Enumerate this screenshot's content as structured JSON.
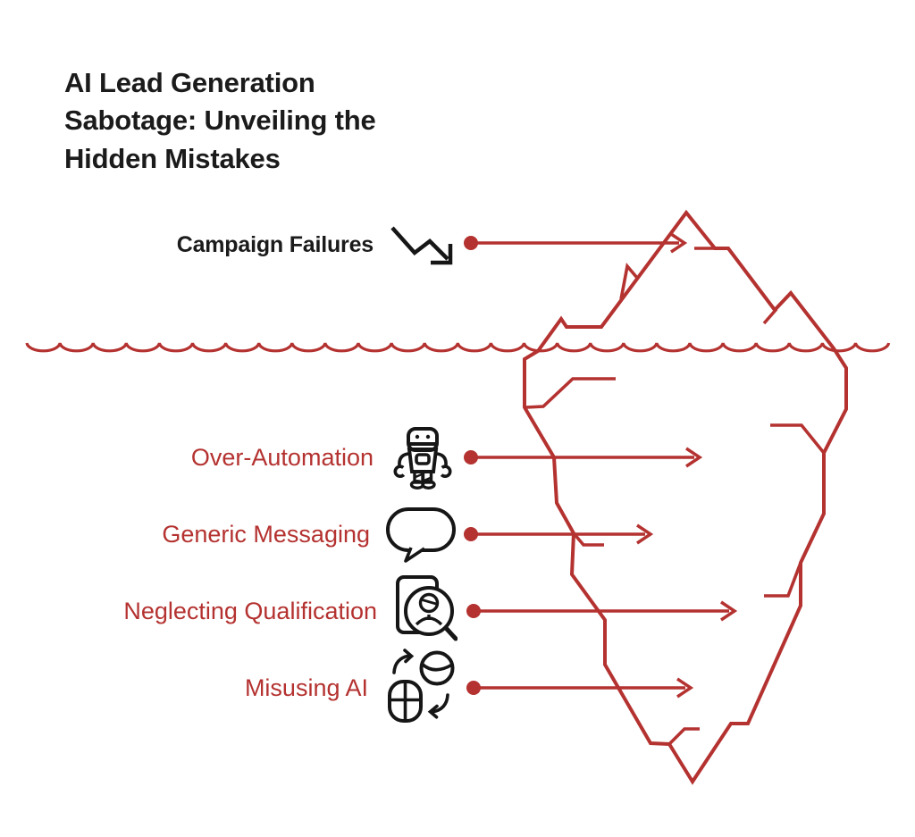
{
  "title": {
    "full": "AI Lead Generation Sabotage: Unveiling the Hidden Mistakes",
    "lines": [
      "AI Lead Generation",
      "Sabotage: Unveiling the",
      "Hidden Mistakes"
    ]
  },
  "above_water": {
    "label": "Campaign Failures",
    "icon": "trend-down-icon"
  },
  "below_water": [
    {
      "label": "Over-Automation",
      "icon": "robot-icon"
    },
    {
      "label": "Generic Messaging",
      "icon": "speech-bubble-icon"
    },
    {
      "label": "Neglecting Qualification",
      "icon": "profile-search-icon"
    },
    {
      "label": "Misusing AI",
      "icon": "human-ai-exchange-icon"
    }
  ],
  "colors": {
    "red": "#b43230",
    "ink": "#1b1b1b",
    "background": "#ffffff"
  }
}
